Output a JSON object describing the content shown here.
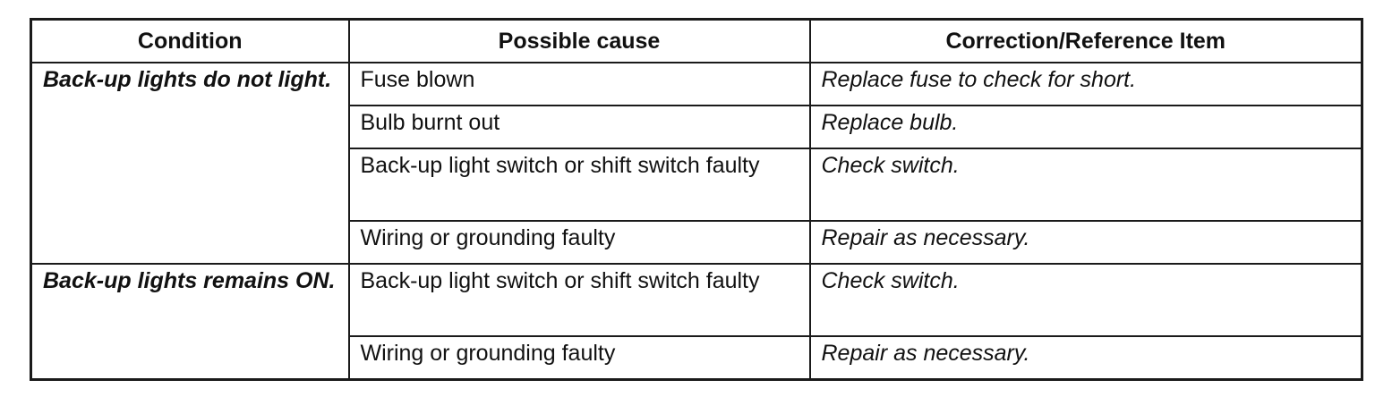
{
  "table": {
    "headers": {
      "condition": "Condition",
      "cause": "Possible cause",
      "correction": "Correction/Reference Item"
    },
    "groups": [
      {
        "condition": "Back-up lights do not light.",
        "rows": [
          {
            "cause": "Fuse blown",
            "correction": "Replace fuse to check for short."
          },
          {
            "cause": "Bulb burnt out",
            "correction": "Replace bulb."
          },
          {
            "cause": "Back-up light switch or shift switch faulty",
            "correction": "Check switch."
          },
          {
            "cause": "Wiring or grounding faulty",
            "correction": "Repair as necessary."
          }
        ]
      },
      {
        "condition": "Back-up lights remains ON.",
        "rows": [
          {
            "cause": "Back-up light switch or shift switch faulty",
            "correction": "Check switch."
          },
          {
            "cause": "Wiring or grounding faulty",
            "correction": "Repair as necessary."
          }
        ]
      }
    ]
  }
}
